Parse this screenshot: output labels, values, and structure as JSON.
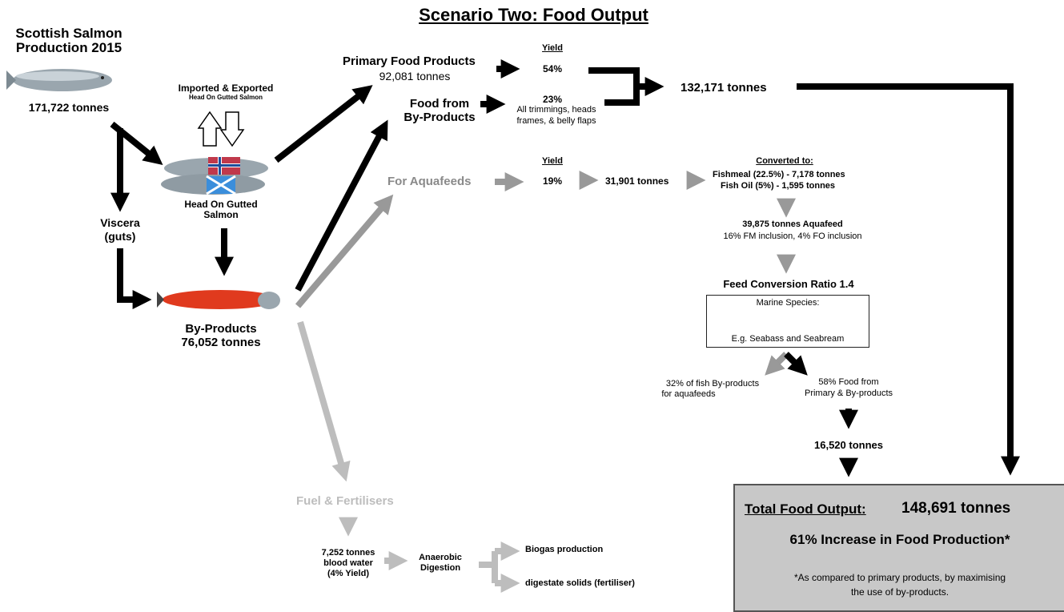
{
  "title": "Scenario Two: Food Output",
  "source": {
    "line1": "Scottish Salmon",
    "line2": "Production 2015",
    "amount": "171,722 tonnes"
  },
  "imports": {
    "line1": "Imported & Exported",
    "line2": "Head On Gutted Salmon"
  },
  "hog": {
    "line1": "Head On Gutted",
    "line2": "Salmon"
  },
  "viscera": {
    "line1": "Viscera",
    "line2": "(guts)"
  },
  "byproducts": {
    "line1": "By-Products",
    "line2": "76,052 tonnes"
  },
  "primary": {
    "label": "Primary Food Products",
    "amount": "92,081 tonnes"
  },
  "food_from": {
    "line1": "Food from",
    "line2": "By-Products"
  },
  "yield_header": "Yield",
  "yield_54": "54%",
  "yield_23": {
    "value": "23%",
    "line1": "All trimmings, heads",
    "line2": "frames, & belly flaps"
  },
  "sum_food": "132,171 tonnes",
  "aquafeeds": {
    "label": "For Aquafeeds",
    "yield_header": "Yield",
    "yield": "19%",
    "amount": "31,901 tonnes"
  },
  "converted": {
    "header": "Converted to:",
    "line1": "Fishmeal (22.5%) - 7,178 tonnes",
    "line2": "Fish Oil  (5%) - 1,595 tonnes"
  },
  "aquafeed": {
    "line1": "39,875 tonnes Aquafeed",
    "line2": "16% FM inclusion, 4% FO inclusion"
  },
  "fcr": "Feed Conversion Ratio 1.4",
  "marine": {
    "header": "Marine Species:",
    "footer": "E.g. Seabass and Seabream"
  },
  "split_left": {
    "line1": "32% of fish By-products",
    "line2": "for aquafeeds"
  },
  "split_right": {
    "line1": "58% Food from",
    "line2": "Primary & By-products"
  },
  "aqua_food": "16,520 tonnes",
  "fuel": "Fuel & Fertilisers",
  "blood": {
    "line1": "7,252 tonnes",
    "line2": "blood water",
    "line3": "(4% Yield)"
  },
  "anaerobic": {
    "line1": "Anaerobic",
    "line2": "Digestion"
  },
  "biogas": "Biogas production",
  "digestate": "digestate solids (fertiliser)",
  "total": {
    "label": "Total Food Output:",
    "value": "148,691 tonnes",
    "increase": "61% Increase in Food Production*",
    "note1": "*As compared to primary products, by maximising",
    "note2": "the use of by-products."
  },
  "colors": {
    "black": "#000000",
    "grey": "#999999",
    "light_grey": "#bdbdbd",
    "box": "#c8c8c8",
    "salmon_red": "#e03a1e",
    "flag_red": "#c0394b",
    "flag_blue": "#1f4e9c"
  }
}
